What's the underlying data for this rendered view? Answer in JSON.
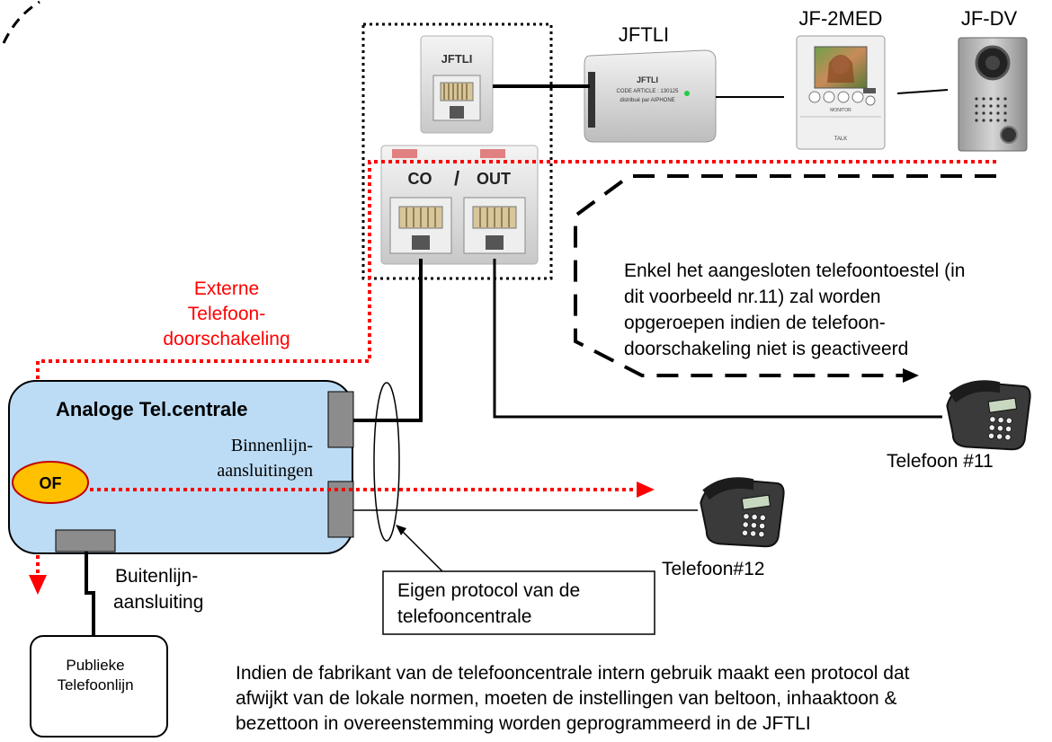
{
  "devices": {
    "jftli_device_label": "JFTLI",
    "monitor_label": "JF-2MED",
    "door_station_label": "JF-DV"
  },
  "jacks": {
    "top_jack_label": "JFTLI",
    "co_label": "CO",
    "separator": "/",
    "out_label": "OUT"
  },
  "jftli_unit": {
    "line1": "JFTLI",
    "line2": "CODE ARTICLE : 130125",
    "line3": "distribué par AIPHONE"
  },
  "monitor_screen": {
    "buttons_label": "MONITOR",
    "talk_label": "TALK"
  },
  "external_forwarding": {
    "line1": "Externe",
    "line2": "Telefoon-",
    "line3": "doorschakeling",
    "color": "#ff0000"
  },
  "pbx": {
    "title": "Analoge Tel.centrale",
    "internal_label_line1": "Binnenlijn-",
    "internal_label_line2": "aansluitingen",
    "of_label": "OF",
    "fill_color": "#bcdcf5",
    "of_color": "#ffc000"
  },
  "outside_connection": {
    "line1": "Buitenlijn-",
    "line2": "aansluiting"
  },
  "public_line": {
    "line1": "Publieke",
    "line2": "Telefoonlijn"
  },
  "protocol_box": {
    "line1": "Eigen protocol van de",
    "line2": "telefooncentrale"
  },
  "phones": {
    "phone11_label": "Telefoon #11",
    "phone12_label": "Telefoon#12"
  },
  "note_no_forwarding": {
    "line1": "Enkel het aangesloten telefoontoestel (in",
    "line2": "dit voorbeeld nr.11) zal worden",
    "line3": "opgeroepen indien de telefoon-",
    "line4": "doorschakeling niet is geactiveerd"
  },
  "footnote": {
    "line1": "Indien de fabrikant van de telefooncentrale intern gebruik maakt een protocol dat",
    "line2": "afwijkt van de lokale normen, moeten de instellingen van beltoon, inhaaktoon &",
    "line3": "bezettoon in overeenstemming worden geprogrammeerd in de JFTLI"
  }
}
